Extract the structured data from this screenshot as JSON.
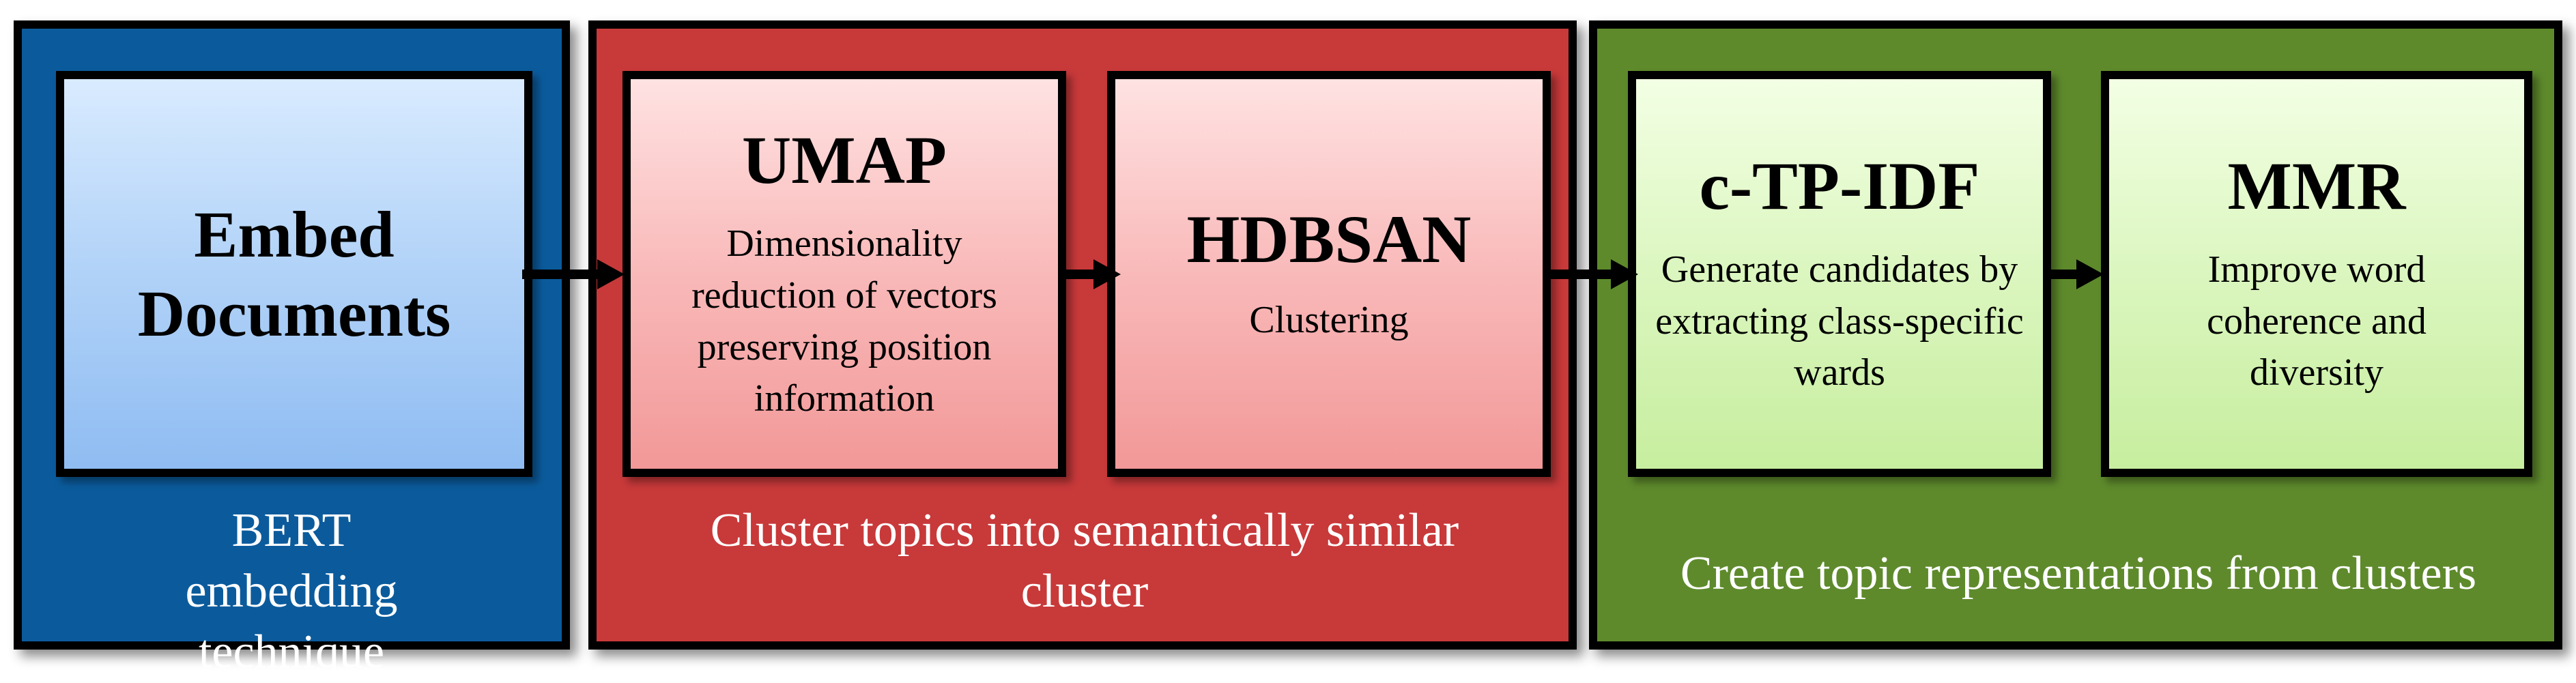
{
  "stages": {
    "embed": {
      "title": "Embed Documents",
      "caption": "BERT embedding technique",
      "color": "#0b5b9c"
    },
    "cluster": {
      "caption": "Cluster topics into semantically similar cluster",
      "color": "#c8393a",
      "umap": {
        "title": "UMAP",
        "desc": "Dimensionality reduction of vectors preserving position information"
      },
      "hdbscan": {
        "title": "HDBSAN",
        "desc": "Clustering"
      }
    },
    "represent": {
      "caption": "Create topic representations from clusters",
      "color": "#5e8a2c",
      "ctfidf": {
        "title": "c-TP-IDF",
        "desc": "Generate candidates by extracting class-specific wards"
      },
      "mmr": {
        "title": "MMR",
        "desc": "Improve word coherence and diversity"
      }
    }
  }
}
